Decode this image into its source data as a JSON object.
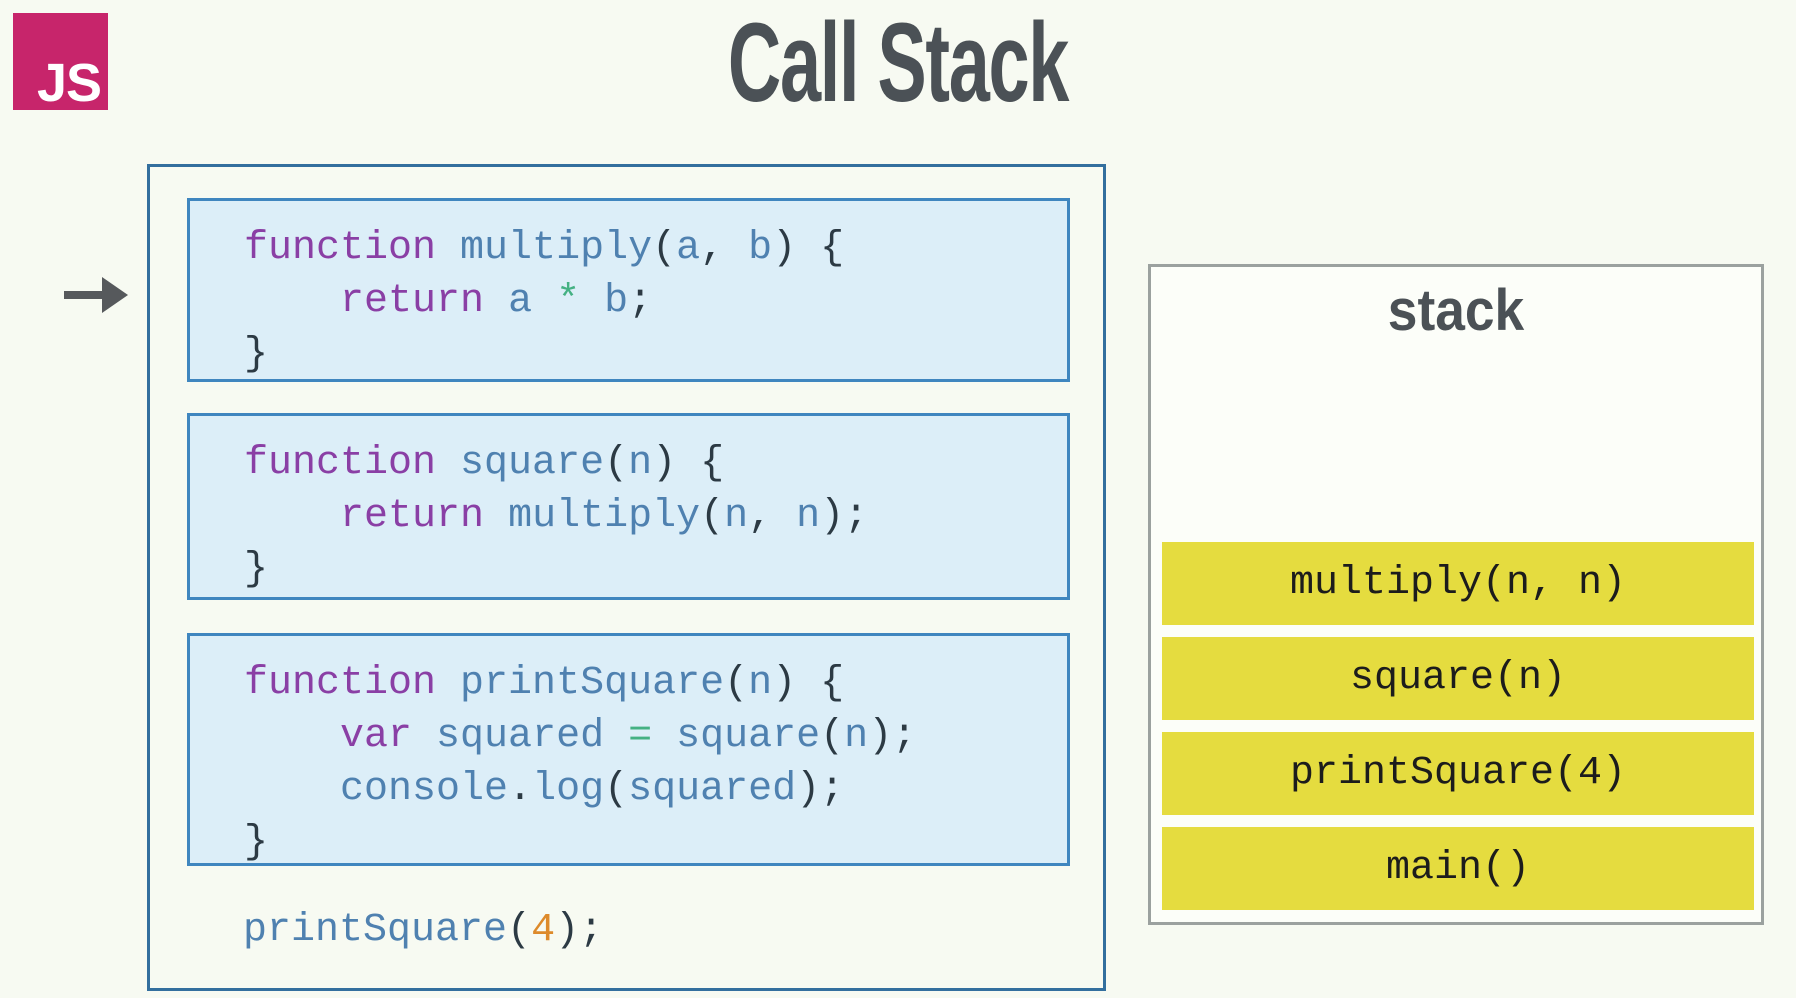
{
  "page": {
    "title": "Call Stack"
  },
  "logo": {
    "text": "JS",
    "icon": "javascript-badge"
  },
  "arrow": {
    "icon": "right-arrow"
  },
  "colors": {
    "page_bg": "#f7faf2",
    "panel_bg": "#fcfef9",
    "code_bg": "#dceef8",
    "code_border": "#3f86bf",
    "outer_border": "#336f9e",
    "stack_border": "#9ba19f",
    "frame_bg": "#e5dc3f",
    "frame_text": "#1c1c1c",
    "keyword": "#8a3fa5",
    "identifier": "#4f81b0",
    "punctuation": "#2c3a44",
    "operator": "#44b183",
    "number": "#dd8a2b",
    "title": "#4b5156",
    "arrow": "#56595c",
    "logo_bg": "#c7256b",
    "logo_text": "#ffffff"
  },
  "code_blocks": [
    {
      "name": "multiply",
      "lines": [
        [
          {
            "t": "function",
            "c": "kw"
          },
          {
            "t": " ",
            "c": "pl"
          },
          {
            "t": "multiply",
            "c": "id"
          },
          {
            "t": "(",
            "c": "pu"
          },
          {
            "t": "a",
            "c": "id"
          },
          {
            "t": ", ",
            "c": "pu"
          },
          {
            "t": "b",
            "c": "id"
          },
          {
            "t": ") {",
            "c": "pu"
          }
        ],
        [
          {
            "t": "    ",
            "c": "pl"
          },
          {
            "t": "return",
            "c": "kw"
          },
          {
            "t": " ",
            "c": "pl"
          },
          {
            "t": "a",
            "c": "id"
          },
          {
            "t": " ",
            "c": "pl"
          },
          {
            "t": "*",
            "c": "op"
          },
          {
            "t": " ",
            "c": "pl"
          },
          {
            "t": "b",
            "c": "id"
          },
          {
            "t": ";",
            "c": "pu"
          }
        ],
        [
          {
            "t": "}",
            "c": "pu"
          }
        ]
      ]
    },
    {
      "name": "square",
      "lines": [
        [
          {
            "t": "function",
            "c": "kw"
          },
          {
            "t": " ",
            "c": "pl"
          },
          {
            "t": "square",
            "c": "id"
          },
          {
            "t": "(",
            "c": "pu"
          },
          {
            "t": "n",
            "c": "id"
          },
          {
            "t": ") {",
            "c": "pu"
          }
        ],
        [
          {
            "t": "    ",
            "c": "pl"
          },
          {
            "t": "return",
            "c": "kw"
          },
          {
            "t": " ",
            "c": "pl"
          },
          {
            "t": "multiply",
            "c": "id"
          },
          {
            "t": "(",
            "c": "pu"
          },
          {
            "t": "n",
            "c": "id"
          },
          {
            "t": ", ",
            "c": "pu"
          },
          {
            "t": "n",
            "c": "id"
          },
          {
            "t": ");",
            "c": "pu"
          }
        ],
        [
          {
            "t": "}",
            "c": "pu"
          }
        ]
      ]
    },
    {
      "name": "printSquare",
      "lines": [
        [
          {
            "t": "function",
            "c": "kw"
          },
          {
            "t": " ",
            "c": "pl"
          },
          {
            "t": "printSquare",
            "c": "id"
          },
          {
            "t": "(",
            "c": "pu"
          },
          {
            "t": "n",
            "c": "id"
          },
          {
            "t": ") {",
            "c": "pu"
          }
        ],
        [
          {
            "t": "    ",
            "c": "pl"
          },
          {
            "t": "var",
            "c": "kw"
          },
          {
            "t": " ",
            "c": "pl"
          },
          {
            "t": "squared",
            "c": "id"
          },
          {
            "t": " ",
            "c": "pl"
          },
          {
            "t": "=",
            "c": "op"
          },
          {
            "t": " ",
            "c": "pl"
          },
          {
            "t": "square",
            "c": "id"
          },
          {
            "t": "(",
            "c": "pu"
          },
          {
            "t": "n",
            "c": "id"
          },
          {
            "t": ");",
            "c": "pu"
          }
        ],
        [
          {
            "t": "    ",
            "c": "pl"
          },
          {
            "t": "console",
            "c": "id"
          },
          {
            "t": ".",
            "c": "pu"
          },
          {
            "t": "log",
            "c": "id"
          },
          {
            "t": "(",
            "c": "pu"
          },
          {
            "t": "squared",
            "c": "id"
          },
          {
            "t": ");",
            "c": "pu"
          }
        ],
        [
          {
            "t": "}",
            "c": "pu"
          }
        ]
      ]
    }
  ],
  "call_line": [
    {
      "t": "printSquare",
      "c": "id"
    },
    {
      "t": "(",
      "c": "pu"
    },
    {
      "t": "4",
      "c": "nu"
    },
    {
      "t": ");",
      "c": "pu"
    }
  ],
  "stack": {
    "title": "stack",
    "frames": [
      "multiply(n, n)",
      "square(n)",
      "printSquare(4)",
      "main()"
    ]
  }
}
